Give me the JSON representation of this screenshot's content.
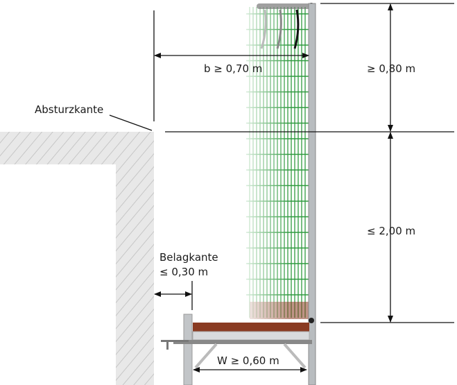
{
  "labels": {
    "width_b": "b ≥ 0,70 m",
    "height_top": "≥ 0,80 m",
    "height_bottom": "≤ 2,00 m",
    "fall_edge": "Absturzkante",
    "deck_edge": "Belagkante",
    "deck_edge_gap": "≤ 0,30 m",
    "width_w": "W ≥ 0,60 m"
  },
  "colors": {
    "net_green": "#2e9a3e",
    "deck_brown": "#8a3b22",
    "steel": "#b8bcbf",
    "wall_fill": "#e6e6e6",
    "wall_hatch": "#c4c4c4"
  }
}
